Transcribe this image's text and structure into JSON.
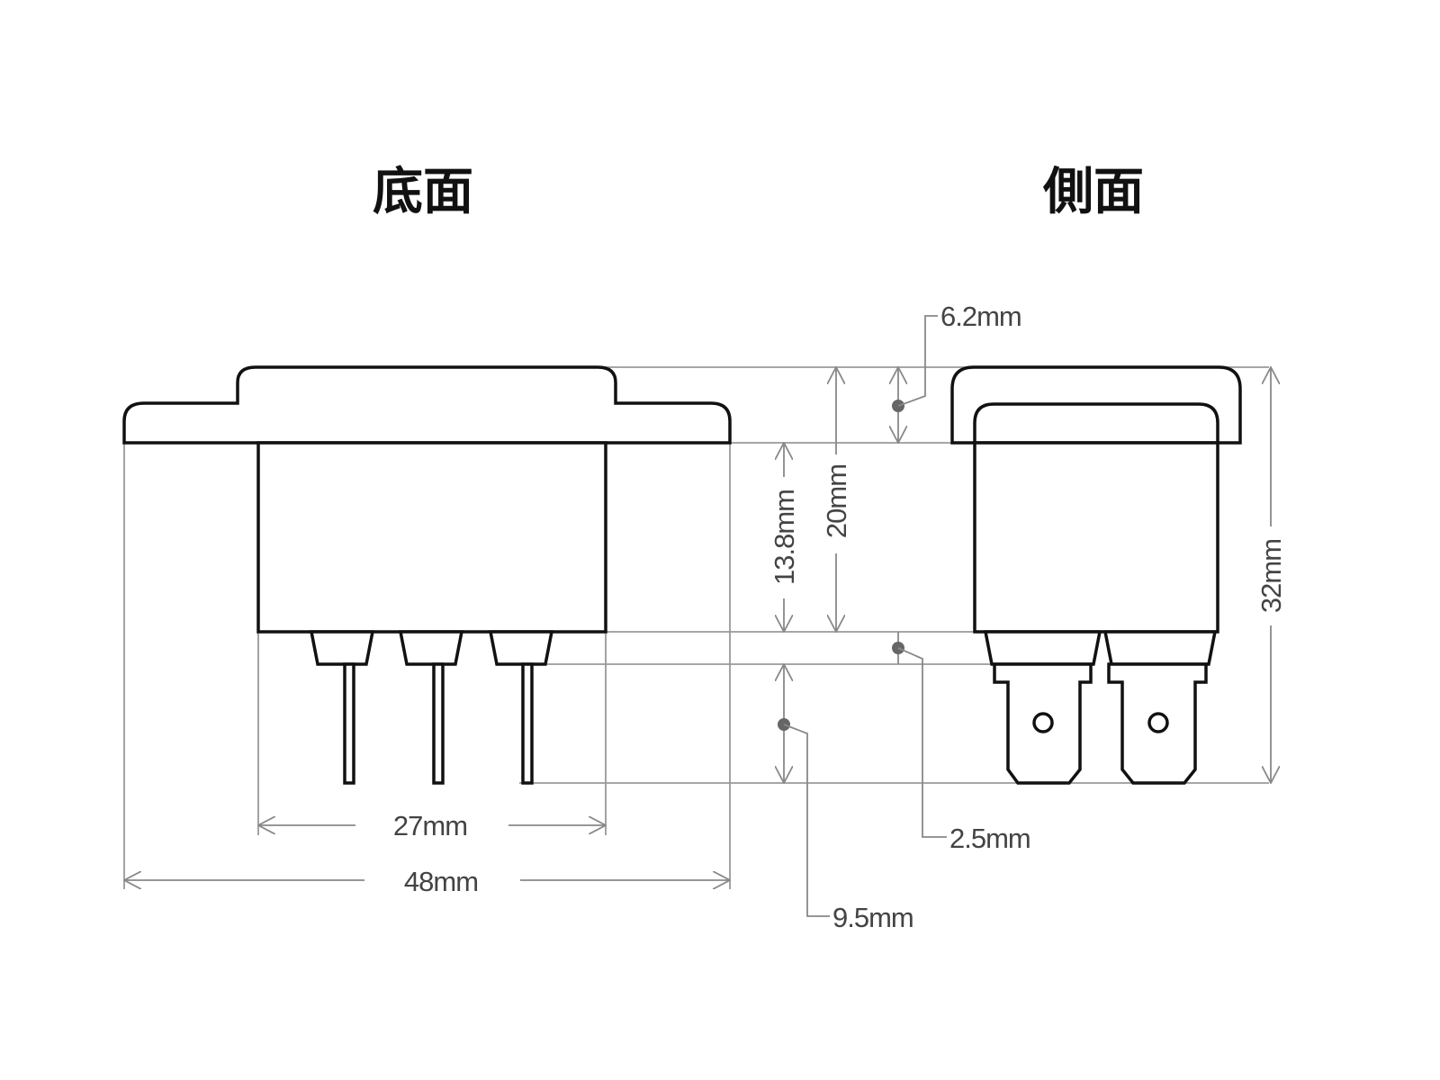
{
  "titles": {
    "bottom_view": "底面",
    "side_view": "側面"
  },
  "dimensions": {
    "width_body": "27mm",
    "width_total": "48mm",
    "height_body": "13.8mm",
    "height_20": "20mm",
    "pin_length": "9.5mm",
    "cap_height": "6.2mm",
    "terminal_base": "2.5mm",
    "total_height": "32mm"
  }
}
